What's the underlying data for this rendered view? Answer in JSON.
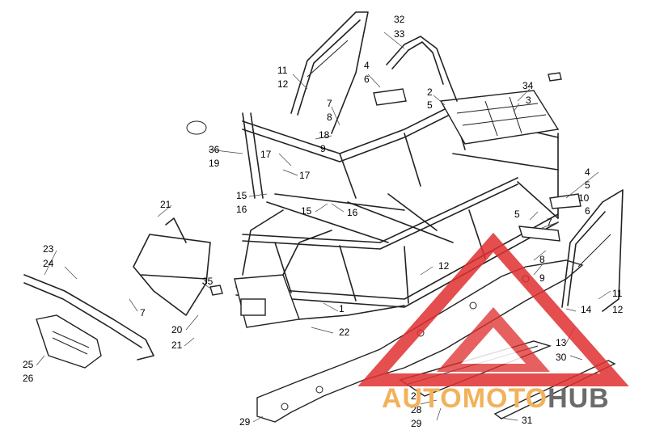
{
  "diagram": {
    "callouts": [
      {
        "id": "c32",
        "text": "32"
      },
      {
        "id": "c33",
        "text": "33"
      },
      {
        "id": "c11a",
        "text": "11"
      },
      {
        "id": "c12a",
        "text": "12"
      },
      {
        "id": "c4a",
        "text": "4"
      },
      {
        "id": "c6a",
        "text": "6"
      },
      {
        "id": "c34",
        "text": "34"
      },
      {
        "id": "c2",
        "text": "2"
      },
      {
        "id": "c5a",
        "text": "5"
      },
      {
        "id": "c3",
        "text": "3"
      },
      {
        "id": "c7a",
        "text": "7"
      },
      {
        "id": "c8a",
        "text": "8"
      },
      {
        "id": "c18",
        "text": "18"
      },
      {
        "id": "c9a",
        "text": "9"
      },
      {
        "id": "c36",
        "text": "36"
      },
      {
        "id": "c19",
        "text": "19"
      },
      {
        "id": "c17a",
        "text": "17"
      },
      {
        "id": "c17b",
        "text": "17"
      },
      {
        "id": "c15a",
        "text": "15"
      },
      {
        "id": "c16a",
        "text": "16"
      },
      {
        "id": "c15b",
        "text": "15"
      },
      {
        "id": "c16b",
        "text": "16"
      },
      {
        "id": "c21a",
        "text": "21"
      },
      {
        "id": "c4b",
        "text": "4"
      },
      {
        "id": "c5b",
        "text": "5"
      },
      {
        "id": "c10",
        "text": "10"
      },
      {
        "id": "c6b",
        "text": "6"
      },
      {
        "id": "c5c",
        "text": "5"
      },
      {
        "id": "c7b",
        "text": "7"
      },
      {
        "id": "c23",
        "text": "23"
      },
      {
        "id": "c24",
        "text": "24"
      },
      {
        "id": "c12b",
        "text": "12"
      },
      {
        "id": "c8b",
        "text": "8"
      },
      {
        "id": "c9b",
        "text": "9"
      },
      {
        "id": "c35",
        "text": "35"
      },
      {
        "id": "c7c",
        "text": "7"
      },
      {
        "id": "c1",
        "text": "1"
      },
      {
        "id": "c11b",
        "text": "11"
      },
      {
        "id": "c14",
        "text": "14"
      },
      {
        "id": "c12c",
        "text": "12"
      },
      {
        "id": "c20",
        "text": "20"
      },
      {
        "id": "c22",
        "text": "22"
      },
      {
        "id": "c21b",
        "text": "21"
      },
      {
        "id": "c13",
        "text": "13"
      },
      {
        "id": "c30",
        "text": "30"
      },
      {
        "id": "c25",
        "text": "25"
      },
      {
        "id": "c26",
        "text": "26"
      },
      {
        "id": "c27",
        "text": "27"
      },
      {
        "id": "c28",
        "text": "28"
      },
      {
        "id": "c29a",
        "text": "29"
      },
      {
        "id": "c29b",
        "text": "29"
      },
      {
        "id": "c31",
        "text": "31"
      }
    ]
  },
  "watermark": {
    "part_a": "AUTOMOTO",
    "part_b": "HUB",
    "color_a": "#f2b25a",
    "color_b": "#6b6b6b",
    "triangle_color": "#e03030"
  }
}
